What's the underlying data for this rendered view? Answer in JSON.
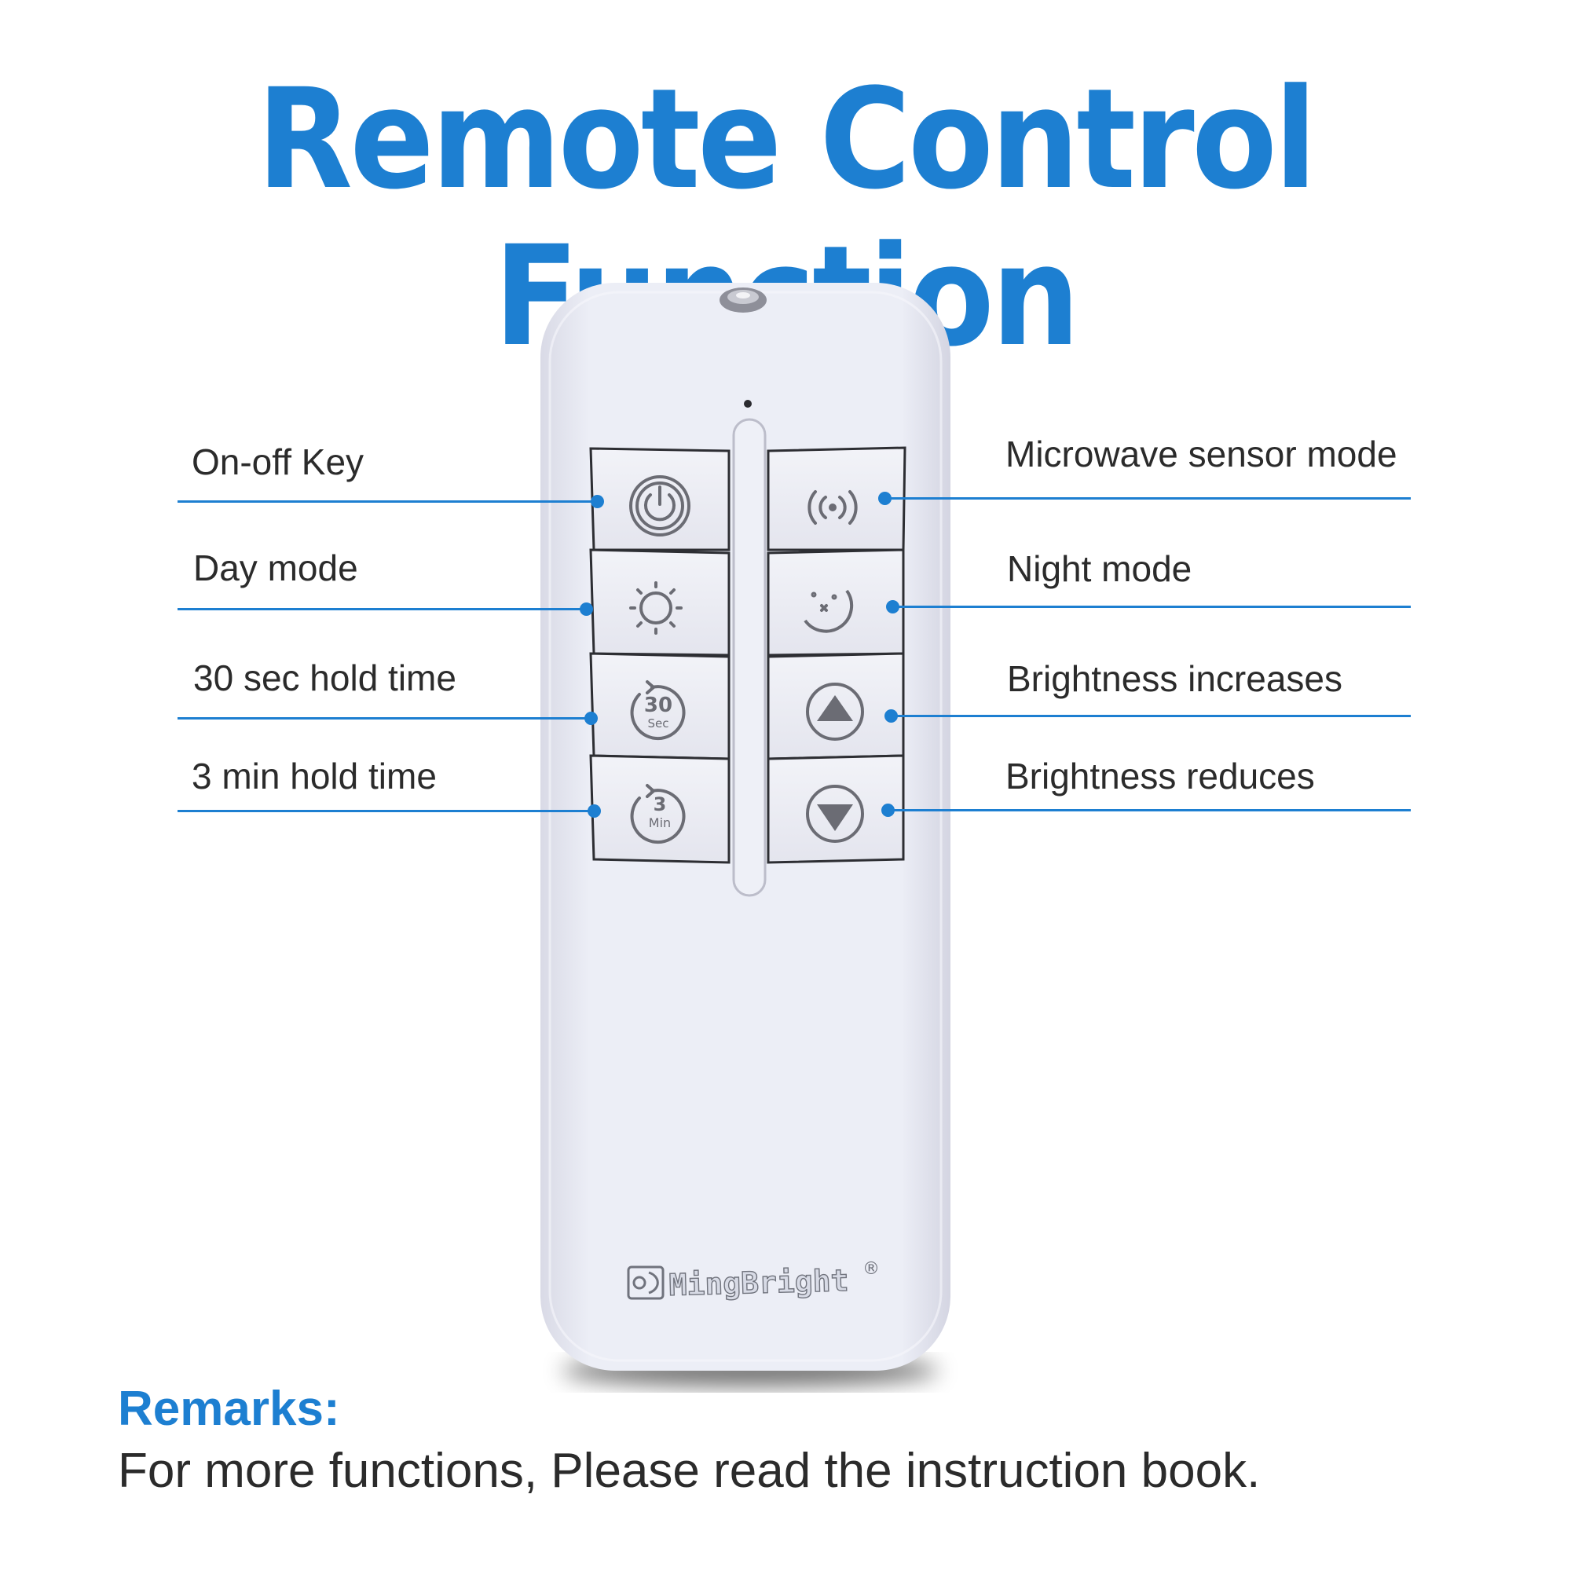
{
  "title": "Remote Control Function",
  "left_labels": [
    {
      "text": "On-off Key",
      "button_icon": "power-icon"
    },
    {
      "text": "Day mode",
      "button_icon": "sun-icon"
    },
    {
      "text": "30 sec hold time",
      "button_icon": "timer-30-sec-icon"
    },
    {
      "text": "3 min hold time",
      "button_icon": "timer-3-min-icon"
    }
  ],
  "right_labels": [
    {
      "text": "Microwave sensor mode",
      "button_icon": "sensor-waves-icon"
    },
    {
      "text": "Night mode",
      "button_icon": "moon-stars-icon"
    },
    {
      "text": "Brightness increases",
      "button_icon": "triangle-up-icon"
    },
    {
      "text": "Brightness reduces",
      "button_icon": "triangle-down-icon"
    }
  ],
  "button_glyphs": {
    "sec_value": "30",
    "sec_unit": "Sec",
    "min_value": "3",
    "min_unit": "Min"
  },
  "brand": {
    "name": "MingBright",
    "registered_mark": "®"
  },
  "remarks": {
    "title": "Remarks:",
    "text": "For more functions, Please read the instruction book."
  },
  "colors": {
    "accent": "#1d7fd1",
    "text": "#2b2b2b",
    "remote_body": "#e6e7f0"
  }
}
